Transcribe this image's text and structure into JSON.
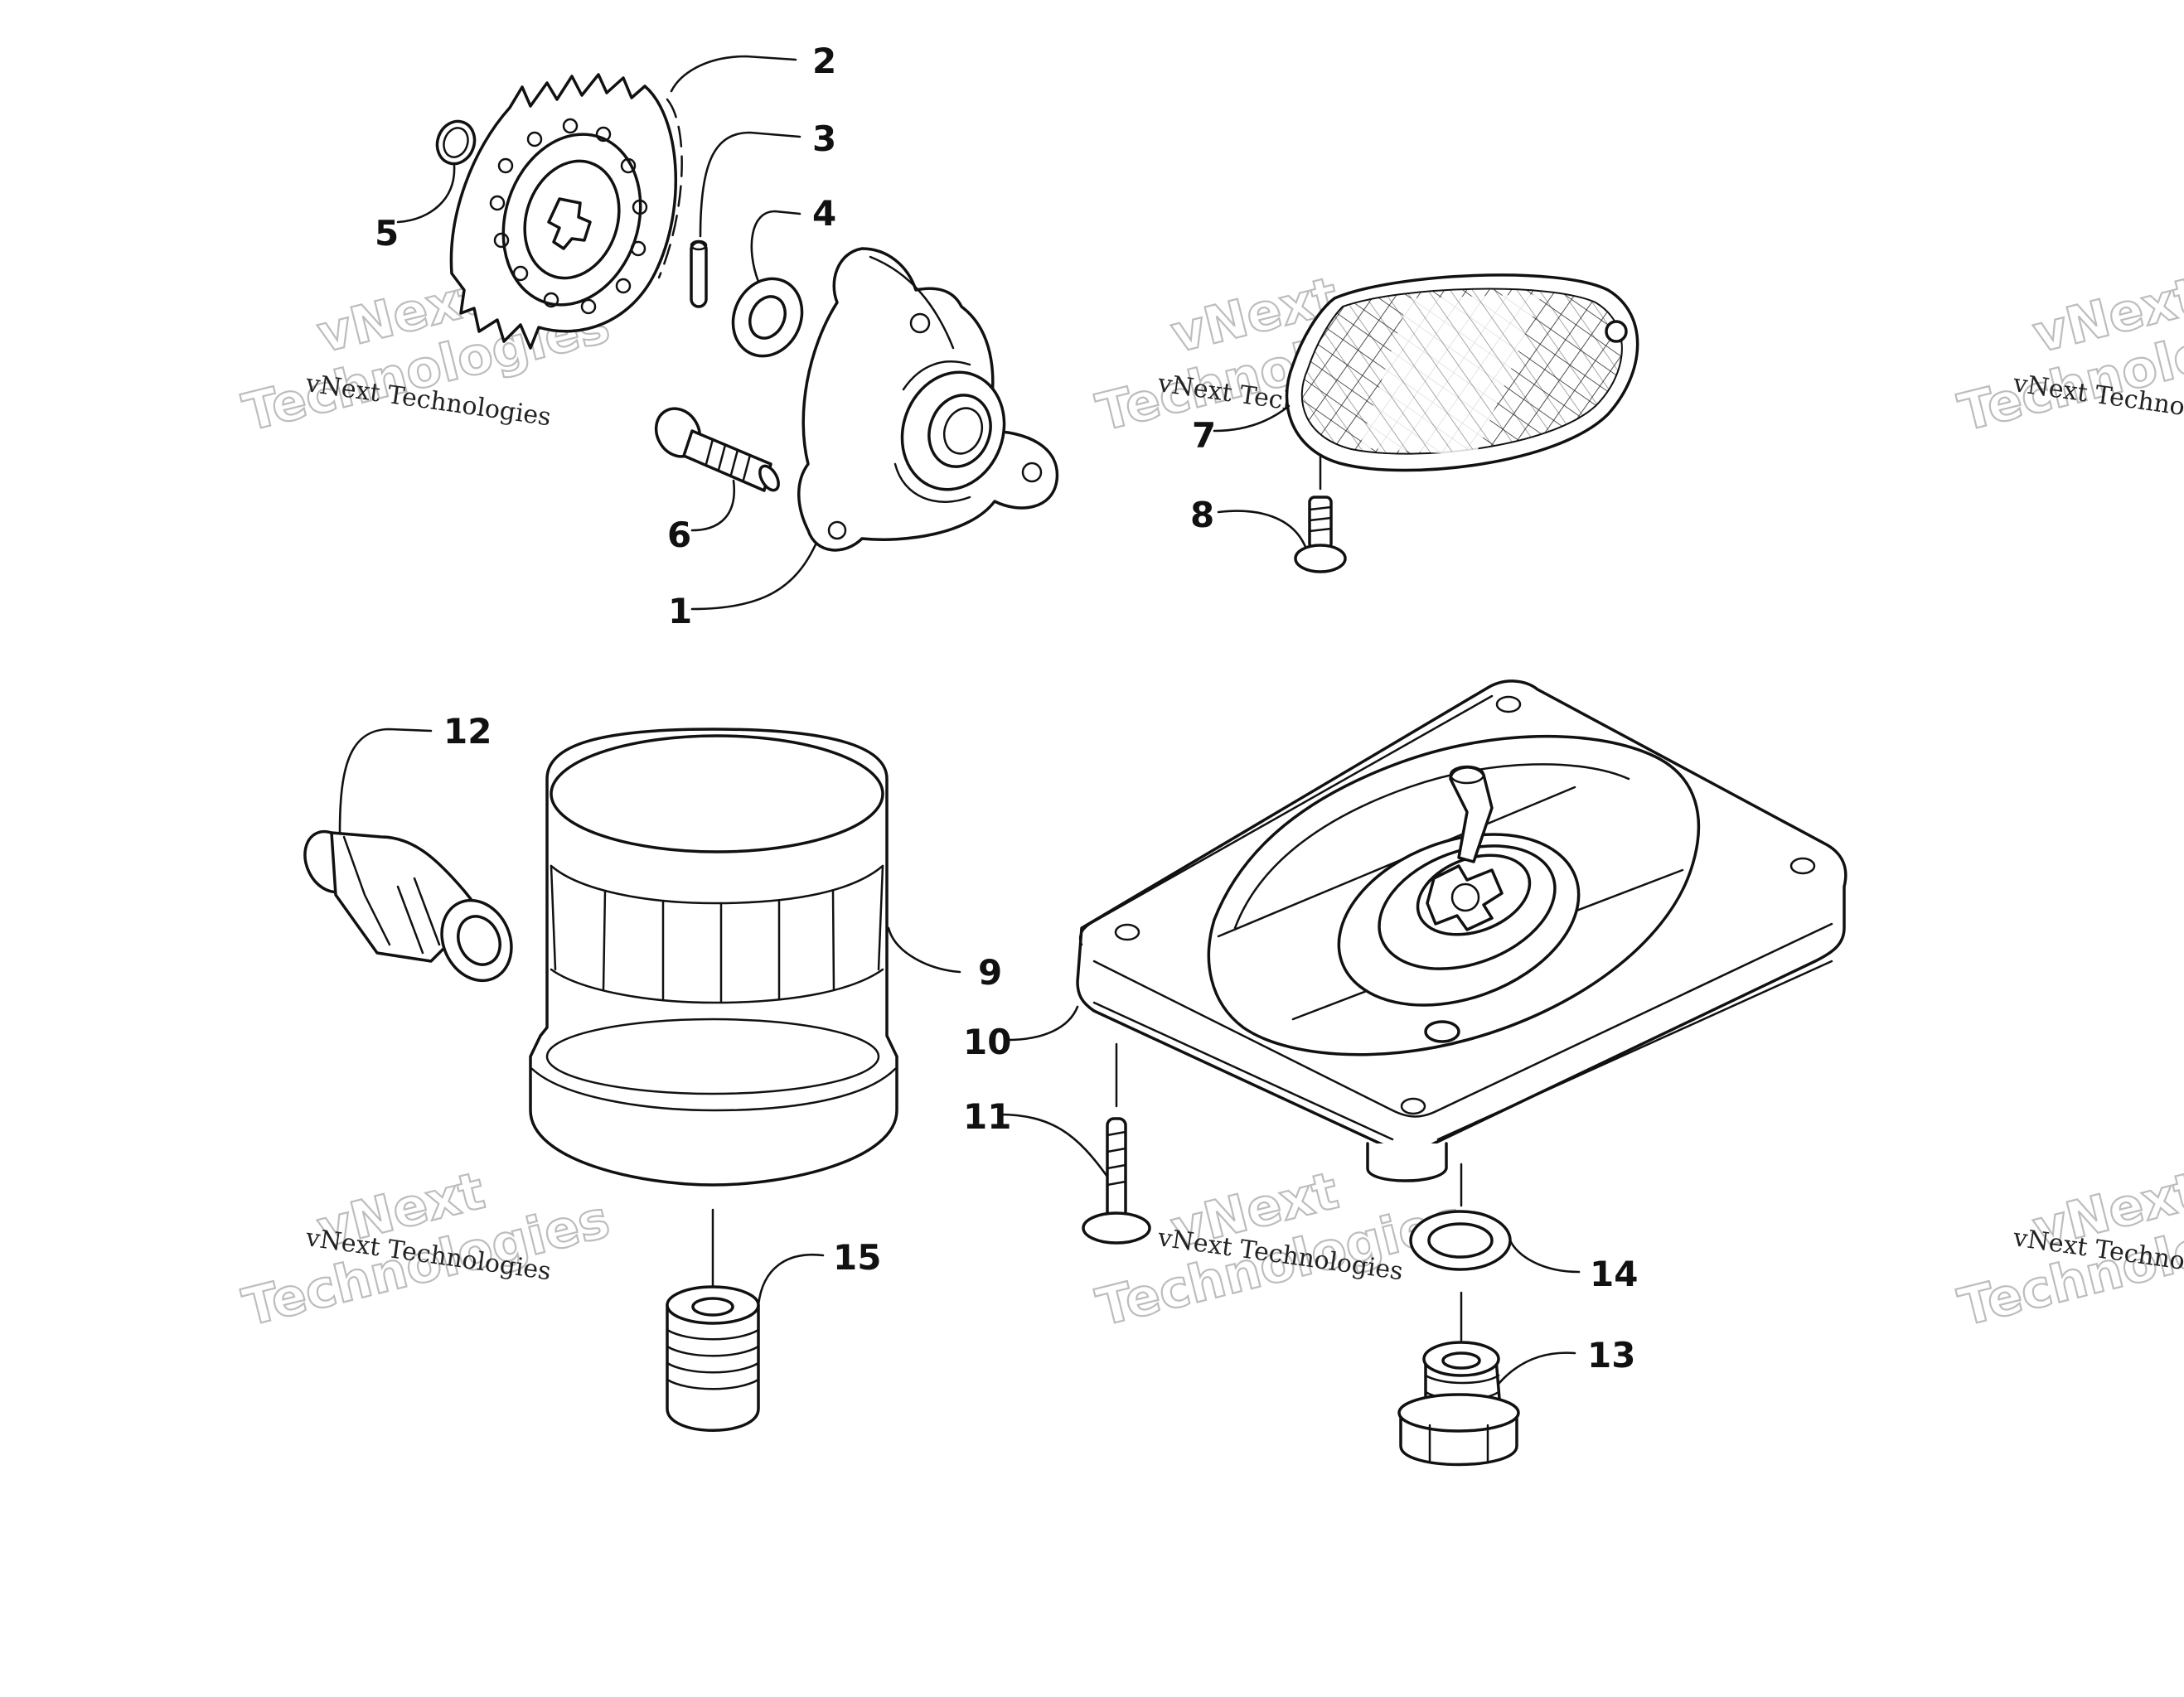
{
  "watermark": {
    "brand_line": "vNext Technologies",
    "big_line1": "vNext",
    "big_line2": "Technologies"
  },
  "callouts": [
    {
      "id": "1",
      "label": "1"
    },
    {
      "id": "2",
      "label": "2"
    },
    {
      "id": "3",
      "label": "3"
    },
    {
      "id": "4",
      "label": "4"
    },
    {
      "id": "5",
      "label": "5"
    },
    {
      "id": "6",
      "label": "6"
    },
    {
      "id": "7",
      "label": "7"
    },
    {
      "id": "8",
      "label": "8"
    },
    {
      "id": "9",
      "label": "9"
    },
    {
      "id": "10",
      "label": "10"
    },
    {
      "id": "11",
      "label": "11"
    },
    {
      "id": "12",
      "label": "12"
    },
    {
      "id": "13",
      "label": "13"
    },
    {
      "id": "14",
      "label": "14"
    },
    {
      "id": "15",
      "label": "15"
    }
  ]
}
